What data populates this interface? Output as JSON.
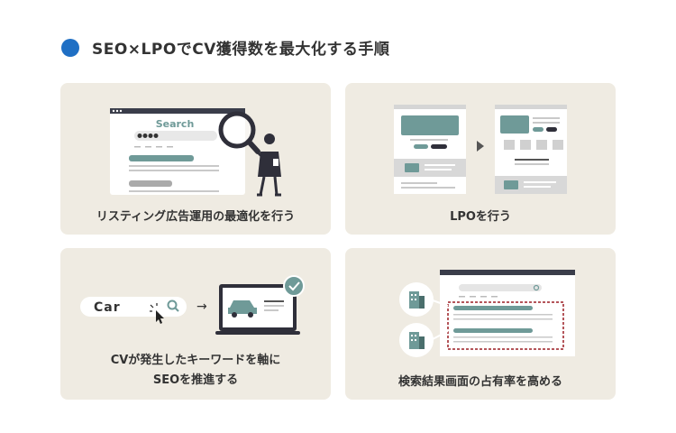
{
  "heading": {
    "title": "SEO×LPOでCV獲得数を最大化する手順",
    "dot_color": "#1f6fc4"
  },
  "colors": {
    "card_bg": "#efebe2",
    "teal": "#6f9a98",
    "dark": "#2f2f3a",
    "dashed_red": "#9b1d24"
  },
  "cards": [
    {
      "caption": "リスティング広告運用の最適化を行う",
      "search_word": "Search",
      "icons": [
        "browser-window-icon",
        "magnifier-icon",
        "person-icon"
      ]
    },
    {
      "caption": "LPOを行う",
      "icons": [
        "landing-page-before-icon",
        "arrow-right-icon",
        "landing-page-after-icon"
      ]
    },
    {
      "caption_line1": "CVが発生したキーワードを軸に",
      "caption_line2": "SEOを推進する",
      "keyword": "Car",
      "arrow": "→",
      "icons": [
        "search-box-icon",
        "cursor-icon",
        "laptop-car-icon",
        "check-badge-icon"
      ]
    },
    {
      "caption": "検索結果画面の占有率を高める",
      "icons": [
        "search-results-icon",
        "building-icon",
        "building-icon"
      ]
    }
  ]
}
